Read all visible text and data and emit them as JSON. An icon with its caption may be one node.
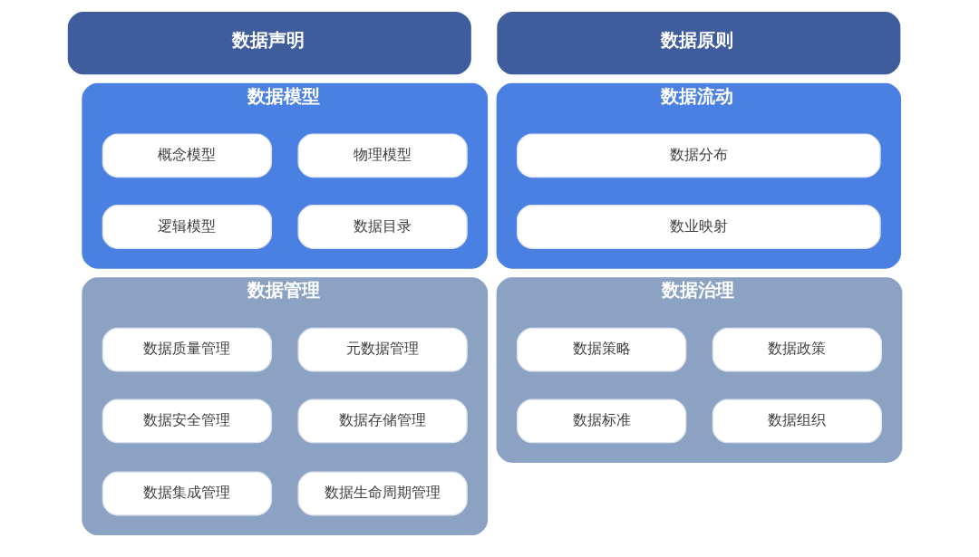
{
  "diagram": {
    "nodes": [
      {
        "text": [
          "数据声明"
        ]
      },
      {
        "text": [
          "数据原则"
        ]
      },
      {
        "text": [
          "数据模型"
        ]
      },
      {
        "text": [
          "概念模型"
        ],
        "in": 2
      },
      {
        "text": [
          "物理模型"
        ],
        "in": 2
      },
      {
        "text": [
          "逻辑模型"
        ],
        "in": 2
      },
      {
        "text": [
          "数据目录"
        ],
        "in": 2
      },
      {
        "text": [
          "数据流动"
        ]
      },
      {
        "text": [
          "数据分布"
        ],
        "in": 7
      },
      {
        "text": [
          "数业映射"
        ],
        "in": 7
      },
      {
        "text": [
          "数据管理"
        ]
      },
      {
        "text": [
          "数据质量管理"
        ],
        "in": 10
      },
      {
        "text": [
          "元数据管理"
        ],
        "in": 10
      },
      {
        "text": [
          "数据安全管理"
        ],
        "in": 10
      },
      {
        "text": [
          "数据存储管理"
        ],
        "in": 10
      },
      {
        "text": [
          "数据集成管理"
        ],
        "in": 10
      },
      {
        "text": [
          "数据生命周期管理"
        ],
        "in": 10
      },
      {
        "text": [
          "数据治理"
        ]
      },
      {
        "text": [
          "数据策略"
        ],
        "in": 17
      },
      {
        "text": [
          "数据政策"
        ],
        "in": 17
      },
      {
        "text": [
          "数据标准"
        ],
        "in": 17
      },
      {
        "text": [
          "数据组织"
        ],
        "in": 17
      }
    ],
    "edges": []
  }
}
